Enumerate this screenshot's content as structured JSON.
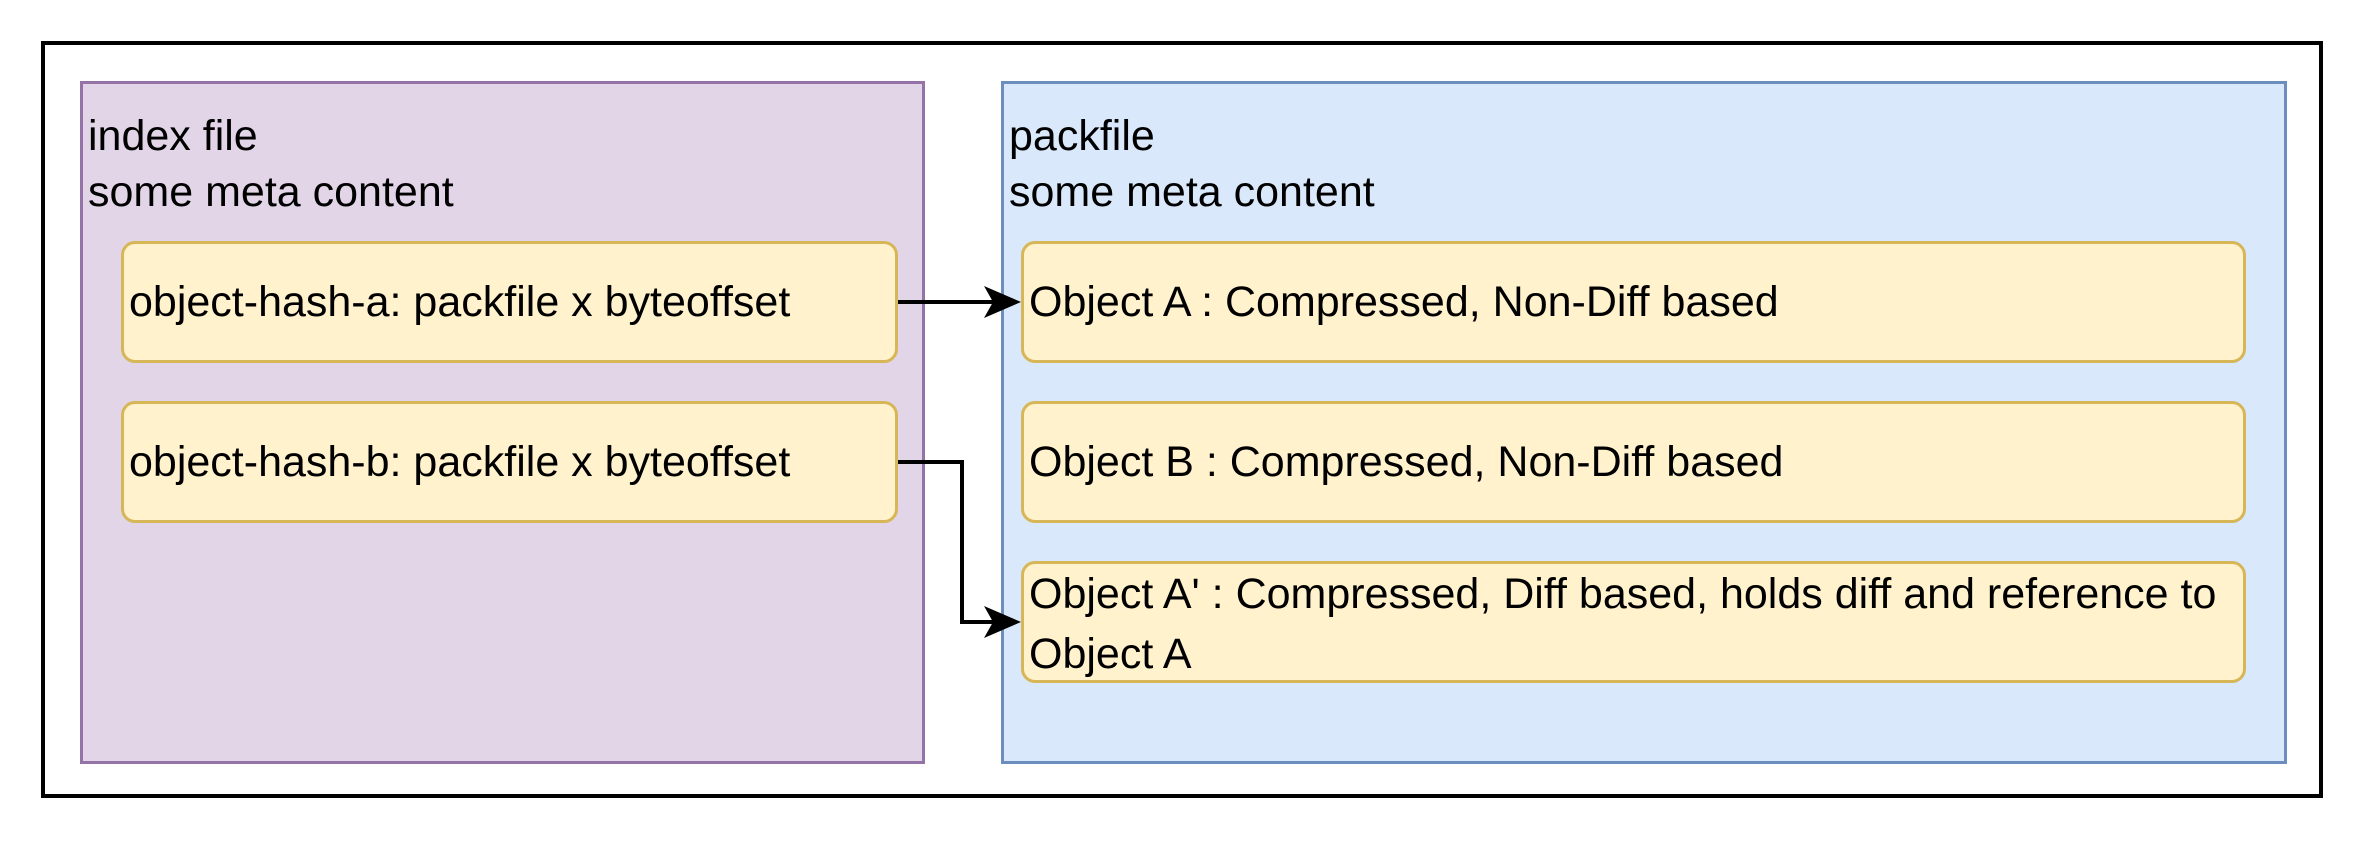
{
  "index_file": {
    "title": "index file",
    "subtitle": "some meta content",
    "entries": [
      {
        "label": "object-hash-a: packfile x byteoffset"
      },
      {
        "label": "object-hash-b: packfile x byteoffset"
      }
    ]
  },
  "packfile": {
    "title": "packfile",
    "subtitle": "some meta content",
    "objects": [
      {
        "label": "Object A : Compressed, Non-Diff based"
      },
      {
        "label": "Object B : Compressed, Non-Diff based"
      },
      {
        "label": "Object A' : Compressed, Diff based, holds diff and reference to Object A"
      }
    ]
  },
  "edges": [
    {
      "from": "object-hash-a",
      "to": "Object A"
    },
    {
      "from": "object-hash-b",
      "to": "Object A'"
    }
  ],
  "colors": {
    "index_fill": "#e1d5e7",
    "index_stroke": "#9673a6",
    "pack_fill": "#dae8fc",
    "pack_stroke": "#6c8ebf",
    "box_fill": "#fff2cc",
    "box_stroke": "#d6b656"
  }
}
